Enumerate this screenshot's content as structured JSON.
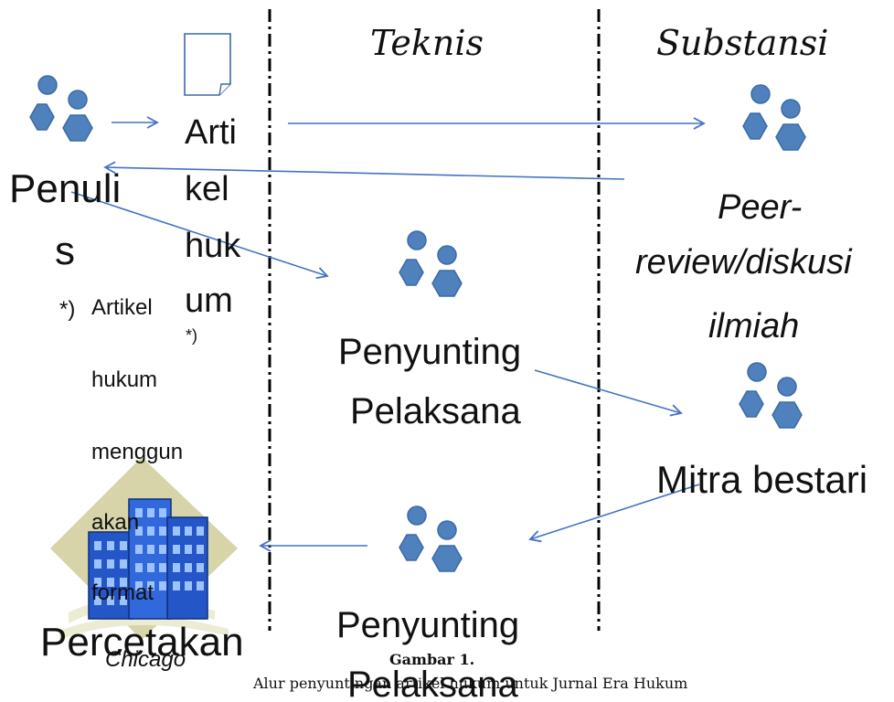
{
  "headers": {
    "technical": "Teknis",
    "substance": "Substansi"
  },
  "author": {
    "line1": "Penuli",
    "line2": "s"
  },
  "article": {
    "lines": [
      "Arti",
      "kel",
      "huk",
      "um"
    ],
    "footnote_mark": "*)"
  },
  "peer_review": {
    "lines": [
      "Peer-",
      "review/diskusi",
      "ilmiah"
    ]
  },
  "editor_top": {
    "line1": "Penyunting",
    "line2": "Pelaksana"
  },
  "partner": {
    "label": "Mitra bestari"
  },
  "editor_bottom": {
    "line1": "Penyunting",
    "line2": "Pelaksana"
  },
  "note": {
    "marker": "*)",
    "lines": [
      "Artikel",
      "hukum",
      "menggun",
      "akan",
      "format",
      "Chicago"
    ]
  },
  "printing": {
    "label": "Percetakan"
  },
  "caption": {
    "title": "Gambar 1.",
    "text": "Alur penyuntingan artikel hukum untuk Jurnal Era Hukum"
  },
  "icons": {
    "people": "people-group-icon",
    "document": "document-icon",
    "building": "building-clipart-icon"
  },
  "colors": {
    "icon_fill": "#4f81bd",
    "icon_stroke": "#3a6ba8",
    "arrow": "#4472c4",
    "divider": "#000000",
    "building_blue": "#2456c8",
    "building_bg": "#d6d4a8"
  }
}
